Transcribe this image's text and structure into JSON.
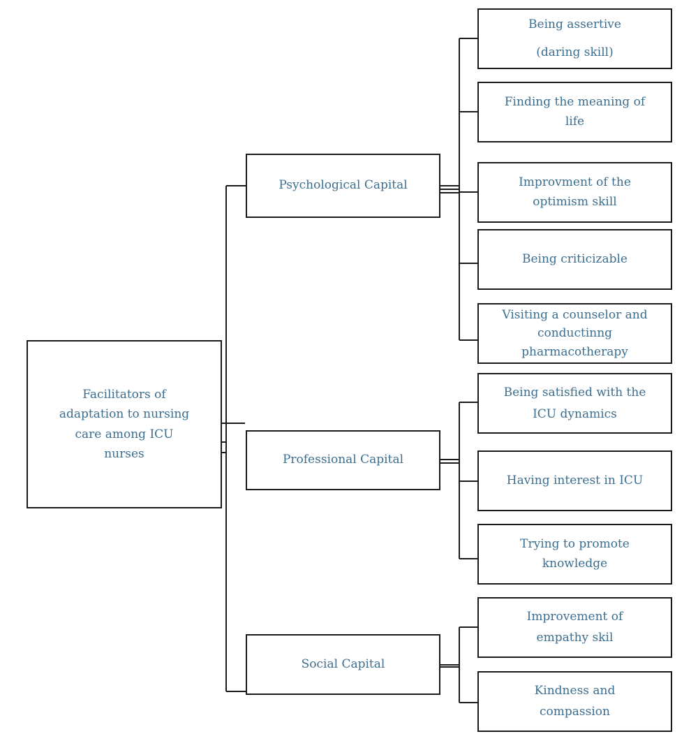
{
  "colors": {
    "text": "#3b6e8f",
    "line": "#1a1a1a"
  },
  "root": {
    "lines": [
      "Facilitators of",
      "adaptation to nursing",
      "care among ICU",
      "nurses"
    ]
  },
  "categories": [
    {
      "label": "Psychological Capital",
      "items": [
        [
          "Being assertive",
          "(daring skill)"
        ],
        [
          "Finding the meaning of",
          "life"
        ],
        [
          "Improvment of the",
          "optimism skill"
        ],
        [
          "Being criticizable"
        ],
        [
          "Visiting a counselor and",
          "conductinng",
          "pharmacotherapy"
        ]
      ]
    },
    {
      "label": "Professional Capital",
      "items": [
        [
          "Being satisfied with the",
          "ICU dynamics"
        ],
        [
          "Having interest in ICU"
        ],
        [
          "Trying to promote",
          "knowledge"
        ]
      ]
    },
    {
      "label": "Social Capital",
      "items": [
        [
          "Improvement of",
          "empathy skil"
        ],
        [
          "Kindness and",
          "compassion"
        ]
      ]
    }
  ]
}
